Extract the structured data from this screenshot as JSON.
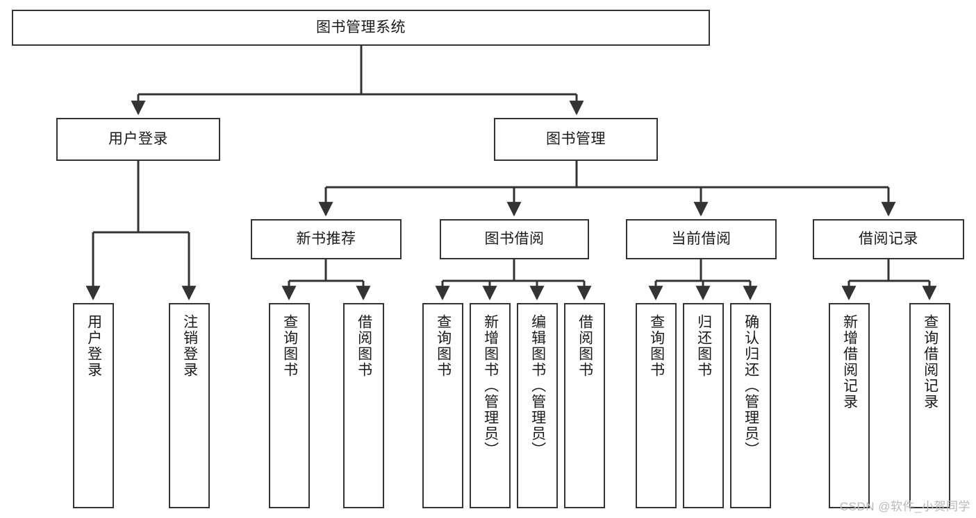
{
  "diagram": {
    "title": "图书管理系统",
    "type": "tree-hierarchy",
    "orientation": "top-down",
    "colors": {
      "node_border": "#333333",
      "node_fill": "#ffffff",
      "connector": "#333333",
      "text": "#1a1a1a",
      "watermark": "#b9b9b9"
    },
    "root": {
      "id": "root",
      "label": "图书管理系统"
    },
    "level2": [
      {
        "id": "user-login",
        "label": "用户登录"
      },
      {
        "id": "book-management",
        "label": "图书管理"
      }
    ],
    "level3": [
      {
        "id": "new-book-recommend",
        "label": "新书推荐"
      },
      {
        "id": "book-borrow",
        "label": "图书借阅"
      },
      {
        "id": "current-borrow",
        "label": "当前借阅"
      },
      {
        "id": "borrow-record",
        "label": "借阅记录"
      }
    ],
    "leaves": {
      "user_login": [
        {
          "id": "leaf-user-login",
          "label": "用户登录"
        },
        {
          "id": "leaf-logout-login",
          "label": "注销登录"
        }
      ],
      "new_book_recommend": [
        {
          "id": "leaf-query-book-1",
          "label": "查询图书"
        },
        {
          "id": "leaf-borrow-book-1",
          "label": "借阅图书"
        }
      ],
      "book_borrow": [
        {
          "id": "leaf-query-book-2",
          "label": "查询图书"
        },
        {
          "id": "leaf-add-book",
          "label": "新增图书（管理员）"
        },
        {
          "id": "leaf-edit-book",
          "label": "编辑图书（管理员）"
        },
        {
          "id": "leaf-borrow-book-2",
          "label": "借阅图书"
        }
      ],
      "current_borrow": [
        {
          "id": "leaf-query-book-3",
          "label": "查询图书"
        },
        {
          "id": "leaf-return-book",
          "label": "归还图书"
        },
        {
          "id": "leaf-confirm-return",
          "label": "确认归还（管理员）"
        }
      ],
      "borrow_record": [
        {
          "id": "leaf-add-record",
          "label": "新增借阅记录"
        },
        {
          "id": "leaf-query-record",
          "label": "查询借阅记录"
        }
      ]
    }
  },
  "watermark": {
    "text": "CSDN @软件_小贺同学"
  }
}
